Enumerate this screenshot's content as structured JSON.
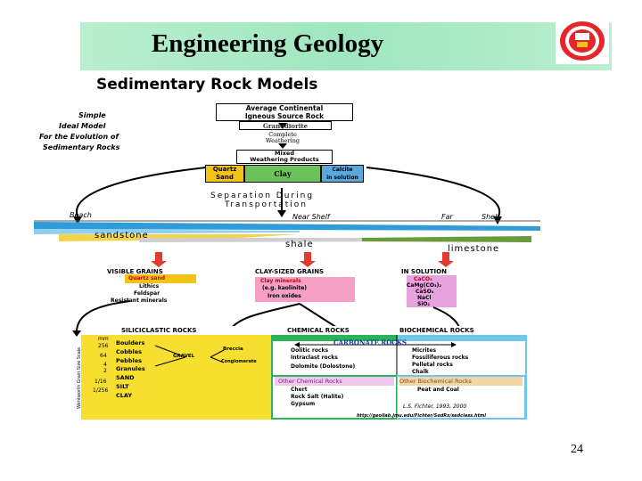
{
  "slide": {
    "title": "Engineering Geology",
    "page_number": "24"
  },
  "colors": {
    "title_bar": "#a6e8c4",
    "quartz": "#f3c316",
    "clay": "#6cc35c",
    "calcite": "#5aa9dc",
    "siliciclastic": "#f6df2f",
    "chemical": "#2bb25a",
    "biochemical": "#6fc7ea",
    "other_chemical": "#f0c7ee",
    "other_biochemical": "#f3d6a6"
  },
  "diagram": {
    "heading": "Sedimentary Rock Models",
    "side_title": [
      "Simple",
      "Ideal Model",
      "For the Evolution of",
      "Sedimentary Rocks"
    ],
    "source_rock": [
      "Average Continental",
      "Igneous Source Rock"
    ],
    "granodiorite": "Granodiorite",
    "weathering": [
      "Complete",
      "Weathering"
    ],
    "weathering_products": [
      "Mixed",
      "Weathering Products"
    ],
    "quartz_sand": [
      "Quartz",
      "Sand"
    ],
    "clay": "Clay",
    "calcite": [
      "Calcite",
      "in solution"
    ],
    "separation": [
      "Separation During",
      "Transportation"
    ],
    "zones": {
      "beach": "Beach",
      "near_shelf": "Near Shelf",
      "far_shelf": "Far",
      "shelf": "Shelf"
    },
    "facies": {
      "sandstone": "sandstone",
      "shale": "shale",
      "limestone": "limestone"
    },
    "grain_groups": [
      {
        "title": "VISIBLE GRAINS",
        "lines": [
          "Quartz sand",
          "Lithics",
          "Feldspar",
          "Resistant minerals"
        ]
      },
      {
        "title": "CLAY-SIZED GRAINS",
        "lines": [
          "Clay minerals",
          "(e.g. kaolinite)",
          "Iron oxides"
        ]
      },
      {
        "title": "IN SOLUTION",
        "lines": [
          "CaCO₃",
          "CaMg(CO₃)₂",
          "CaSO₄",
          "NaCl",
          "SiO₂"
        ]
      }
    ],
    "rock_headers": [
      "SILICICLASTIC ROCKS",
      "CHEMICAL ROCKS",
      "BIOCHEMICAL ROCKS"
    ],
    "grain_scale_label": "Wentworth Grain Size Scale",
    "grain_sizes": [
      "mm",
      "256",
      "64",
      "4",
      "2",
      "1/16",
      "1/256"
    ],
    "clastic_rows": [
      "Boulders",
      "Cobbles",
      "Pebbles",
      "Granules",
      "SAND",
      "SILT",
      "CLAY"
    ],
    "gravel": "GRAVEL",
    "breccia": "Breccia",
    "conglomerate": "Conglomerate",
    "carbonate_header": "CARBONATE ROCKS",
    "chemical_list": [
      "Oolitic rocks",
      "Intraclast rocks",
      "Dolomite (Dolostone)"
    ],
    "biochemical_list": [
      "Micrites",
      "Fossiliferous rocks",
      "Pelletal rocks",
      "Chalk"
    ],
    "other_chemical_title": "Other Chemical Rocks",
    "other_chemical_list": [
      "Chert",
      "Rock Salt (Halite)",
      "Gypsum"
    ],
    "other_biochemical_title": "Other Biochemical Rocks",
    "other_biochemical_list": [
      "Peat and Coal"
    ],
    "credit": "L.S. Fichter, 1993, 2000",
    "url": "http://geollab.jmu.edu/Fichter/SedRx/sedclass.html"
  }
}
